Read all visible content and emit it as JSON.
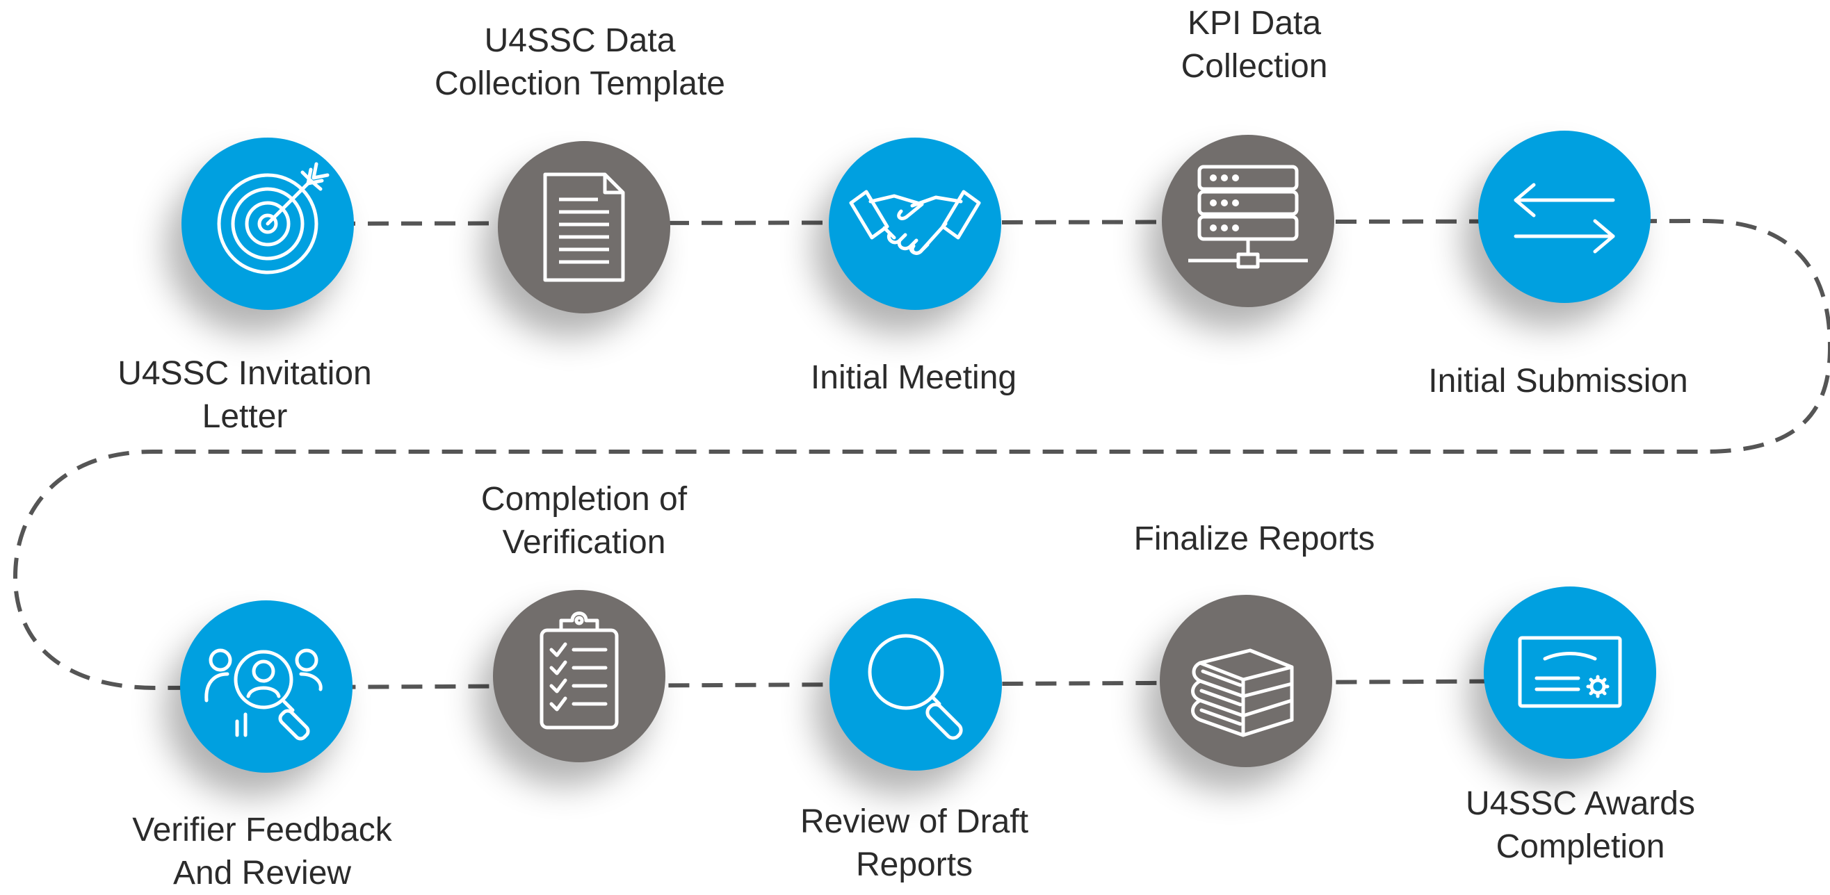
{
  "colors": {
    "blue": "#00A0E0",
    "gray": "#726E6C",
    "path": "#555555",
    "text": "#2b2b2b"
  },
  "steps": [
    {
      "label": "U4SSC Invitation\nLetter",
      "icon": "target-icon",
      "color": "blue"
    },
    {
      "label": "U4SSC Data\nCollection Template",
      "icon": "document-icon",
      "color": "gray"
    },
    {
      "label": "Initial Meeting",
      "icon": "handshake-icon",
      "color": "blue"
    },
    {
      "label": "KPI Data\nCollection",
      "icon": "server-icon",
      "color": "gray"
    },
    {
      "label": "Initial Submission",
      "icon": "exchange-arrows-icon",
      "color": "blue"
    },
    {
      "label": "Verifier Feedback\nAnd Review",
      "icon": "user-search-icon",
      "color": "blue"
    },
    {
      "label": "Completion of\nVerification",
      "icon": "clipboard-checklist-icon",
      "color": "gray"
    },
    {
      "label": "Review of Draft\nReports",
      "icon": "magnifier-icon",
      "color": "blue"
    },
    {
      "label": "Finalize Reports",
      "icon": "books-icon",
      "color": "gray"
    },
    {
      "label": "U4SSC Awards\nCompletion",
      "icon": "certificate-icon",
      "color": "blue"
    }
  ]
}
